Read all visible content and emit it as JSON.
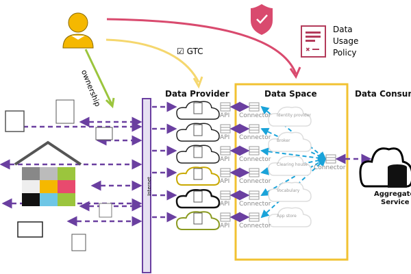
{
  "colors": {
    "purple": "#6a3fa0",
    "cyan": "#1aa3d9",
    "pink": "#d94a6e",
    "yellow": "#f5c400",
    "green": "#9bc53d",
    "box_yellow": "#f1c232"
  },
  "user": {
    "icon": "person-icon",
    "ownership_label": "ownership",
    "gtc_label": "☑ GTC"
  },
  "policy": {
    "shield_icon": "shield-check-icon",
    "doc_icon": "policy-document-icon",
    "line1": "Data",
    "line2": "Usage",
    "line3": "Policy"
  },
  "internet": {
    "label": "Internet"
  },
  "provider": {
    "title": "Data Provider",
    "clouds": [
      {
        "icon": "heat-pump-icon",
        "api": "API"
      },
      {
        "icon": "appliances-icon",
        "api": "API"
      },
      {
        "icon": "solar-house-icon",
        "api": "API"
      },
      {
        "icon": "ev-charger-icon",
        "api": "API"
      },
      {
        "icon": "car-battery-icon",
        "api": "API"
      },
      {
        "icon": "meter-icon",
        "api": "API"
      }
    ]
  },
  "space": {
    "title": "Data Space",
    "connector_label": "Connector",
    "services": [
      "Identity provider",
      "Broker",
      "Clearing house",
      "Vocabulary",
      "App store"
    ],
    "central_connector": "Connector"
  },
  "consumer": {
    "title": "Data Consumer",
    "service_line1": "Aggregate",
    "service_line2": "Service"
  },
  "devices": [
    "heat-pump-icon",
    "dishwasher-icon",
    "solar-house-icon",
    "smart-home-puzzle-icon",
    "smart-meter-icon",
    "electric-car-icon",
    "charging-station-icon"
  ]
}
